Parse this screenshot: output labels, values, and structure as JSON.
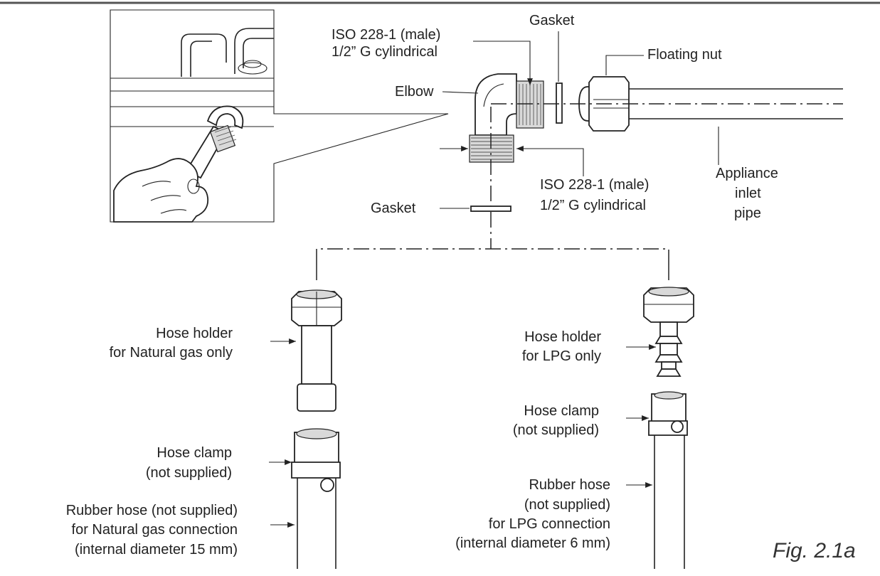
{
  "labels": {
    "iso_top_1": "ISO 228-1 (male)",
    "iso_top_2": "1/2” G cylindrical",
    "gasket_top": "Gasket",
    "floating_nut": "Floating nut",
    "elbow": "Elbow",
    "iso_bottom_1": "ISO 228-1 (male)",
    "iso_bottom_2": "1/2” G cylindrical",
    "appliance_1": "Appliance",
    "appliance_2": "inlet",
    "appliance_3": "pipe",
    "gasket_mid": "Gasket",
    "hh_ng_1": "Hose holder",
    "hh_ng_2": "for Natural gas only",
    "clamp_ng_1": "Hose clamp",
    "clamp_ng_2": "(not supplied)",
    "rubber_ng_1": "Rubber hose (not supplied)",
    "rubber_ng_2": "for Natural gas connection",
    "rubber_ng_3": "(internal diameter 15 mm)",
    "hh_lpg_1": "Hose holder",
    "hh_lpg_2": "for LPG only",
    "clamp_lpg_1": "Hose clamp",
    "clamp_lpg_2": "(not supplied)",
    "rubber_lpg_1": "Rubber hose",
    "rubber_lpg_2": "(not supplied)",
    "rubber_lpg_3": "for LPG connection",
    "rubber_lpg_4": "(internal diameter 6 mm)"
  },
  "figure_label": "Fig. 2.1a"
}
